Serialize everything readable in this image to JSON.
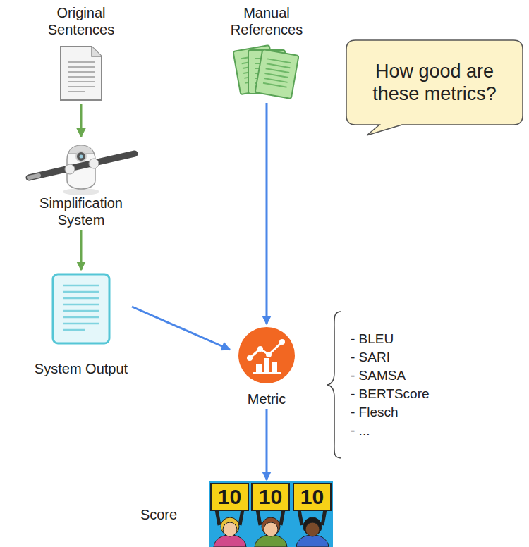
{
  "diagram": {
    "nodes": [
      {
        "text": [
          "Original Sentences"
        ]
      },
      {
        "text": [
          "Manual References"
        ]
      },
      {
        "text": [
          "Simplification System"
        ]
      },
      {
        "text": [
          "System Output"
        ]
      },
      {
        "text": [
          "Metric"
        ]
      },
      {
        "text": [
          "Score"
        ]
      },
      {
        "text": [
          "How good are these metrics?"
        ]
      }
    ],
    "edges": [
      {
        "from": 0,
        "to": 2,
        "arrow": "to"
      },
      {
        "from": 2,
        "to": 3,
        "arrow": "to"
      },
      {
        "from": 3,
        "to": 4,
        "arrow": "to"
      },
      {
        "from": 1,
        "to": 4,
        "arrow": "to"
      },
      {
        "from": 4,
        "to": 5,
        "arrow": "to"
      }
    ],
    "labels": [
      "- BLEU",
      "- SARI",
      "- SAMSA",
      "- BERTScore",
      "- Flesch",
      "- ...",
      "10",
      "10",
      "10"
    ]
  }
}
